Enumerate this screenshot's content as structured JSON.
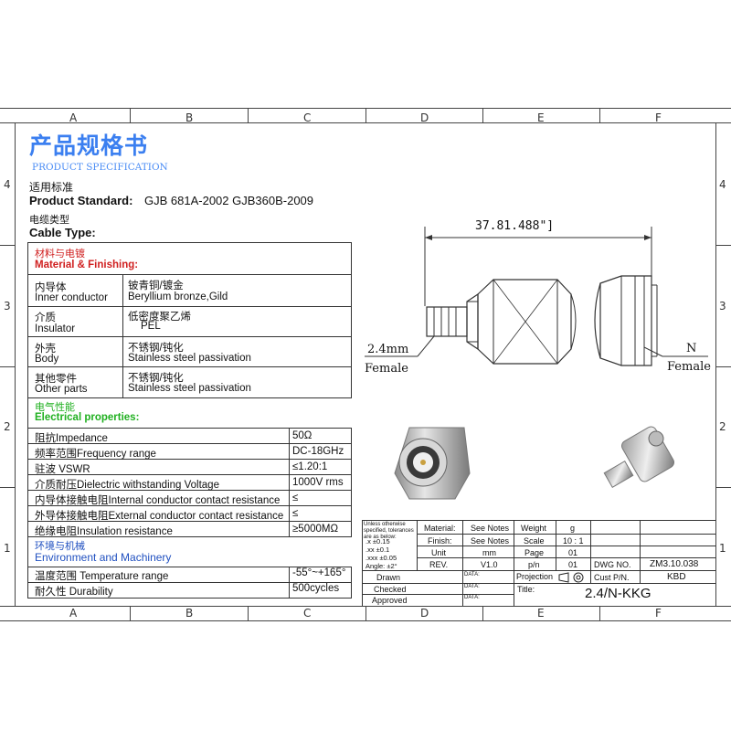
{
  "grid": {
    "columns": [
      "A",
      "B",
      "C",
      "D",
      "E",
      "F"
    ],
    "rows": [
      "4",
      "3",
      "2",
      "1"
    ]
  },
  "header": {
    "title_cn": "产品规格书",
    "title_en": "PRODUCT SPECIFICATION",
    "standard_cn": "适用标准",
    "standard_en": "Product Standard:",
    "standard_value": "GJB 681A-2002   GJB360B-2009",
    "cable_cn": "电缆类型",
    "cable_en": "Cable Type:"
  },
  "material": {
    "section_cn": "材料与电镀",
    "section_en": "Material & Finishing:",
    "rows": [
      {
        "cn": "内导体",
        "en": "Inner conductor",
        "val_cn": "铍青铜/镀金",
        "val_en": "Beryllium bronze,Gild"
      },
      {
        "cn": "介质",
        "en": "Insulator",
        "val_cn": "低密度聚乙烯",
        "val_en": "PEL"
      },
      {
        "cn": "外壳",
        "en": "Body",
        "val_cn": "不锈钢/钝化",
        "val_en": "Stainless steel passivation"
      },
      {
        "cn": "其他零件",
        "en": "Other parts",
        "val_cn": "不锈钢/钝化",
        "val_en": "Stainless steel passivation"
      }
    ]
  },
  "electrical": {
    "section_cn": "电气性能",
    "section_en": "Electrical properties:",
    "rows": [
      {
        "label": "阻抗Impedance",
        "value": "50Ω"
      },
      {
        "label": "频率范围Frequency range",
        "value": "DC-18GHz"
      },
      {
        "label": "驻波  VSWR",
        "value": "≤1.20:1"
      },
      {
        "label": "介质耐压Dielectric withstanding Voltage",
        "value": "1000V rms"
      },
      {
        "label": "内导体接触电阻Internal conductor contact resistance",
        "value": "≤"
      },
      {
        "label": "外导体接触电阻External conductor contact resistance",
        "value": "≤"
      },
      {
        "label": "绝缘电阻Insulation resistance",
        "value": "≥5000MΩ"
      }
    ]
  },
  "environment": {
    "section_cn": "环境与机械",
    "section_en": "Environment and Machinery",
    "rows": [
      {
        "label": "温度范围  Temperature range",
        "value": "-55°~+165°"
      },
      {
        "label": "耐久性  Durability",
        "value": "500cycles"
      }
    ]
  },
  "drawing": {
    "dimension": "37.81.488\"]",
    "left_label_top": "2.4mm",
    "left_label_bottom": "Female",
    "right_label_top": "N",
    "right_label_bottom": "Female"
  },
  "title_block": {
    "tolerance_note": "Unless otherwise specified, tolerances are as below:",
    "tolerances": [
      ".x    ±0.15",
      ".xx    ±0.1",
      ".xxx   ±0.05",
      "Angle:  ±2°"
    ],
    "material_label": "Material:",
    "material_value": "See Notes",
    "finish_label": "Finish:",
    "finish_value": "See Notes",
    "unit_label": "Unit",
    "unit_value": "mm",
    "rev_label": "REV.",
    "rev_value": "V1.0",
    "weight_label": "Weight",
    "weight_value": "g",
    "scale_label": "Scale",
    "scale_value": "10 : 1",
    "page_label": "Page",
    "page_value": "01",
    "pn_label": "p/n",
    "pn_value": "01",
    "dwg_label": "DWG NO.",
    "dwg_value": "ZM3.10.038",
    "cust_label": "Cust P/N.",
    "cust_value": "KBD",
    "projection_label": "Projection",
    "title_label": "Title:",
    "title_value": "2.4/N-KKG",
    "drawn": "Drawn",
    "checked": "Checked",
    "approved": "Approved",
    "date": "DATA:"
  }
}
